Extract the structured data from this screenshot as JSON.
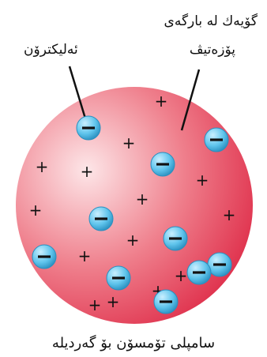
{
  "labels": {
    "positive_ball": [
      "گۆیەك لە بارگەی",
      "پۆزەتیڤ"
    ],
    "electron": "ئەلیکترۆن",
    "caption": "سامپلی تۆمسۆن بۆ گەردیلە"
  },
  "symbols": {
    "positive": "+",
    "electron": "−"
  },
  "colors": {
    "sphere_center": "#fde6e8",
    "sphere_edge": "#e0344f",
    "electron_fill": "#5fc4ec",
    "electron_edge": "#2a8fbf",
    "text": "#111111"
  },
  "counts": {
    "positive_charges": 14,
    "electrons": 10
  }
}
